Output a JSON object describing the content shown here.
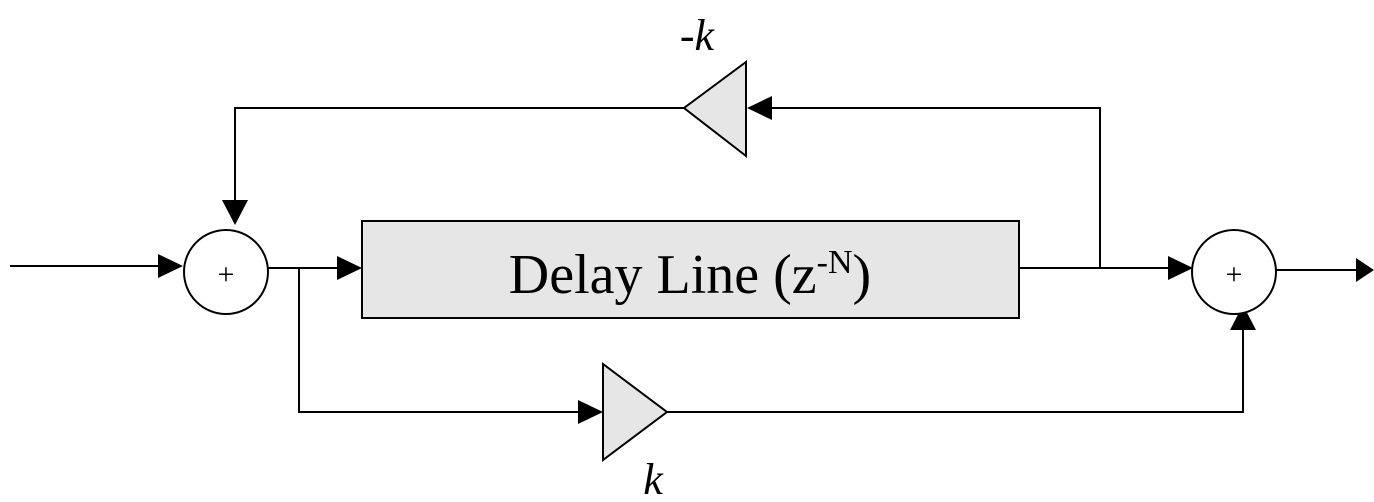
{
  "diagram": {
    "feedback_gain_label": "-k",
    "feedforward_gain_label": "k",
    "input_sum_symbol": "+",
    "output_sum_symbol": "+",
    "delay_line": {
      "text": "Delay Line  (z",
      "exponent": "-N",
      "close": ")"
    }
  },
  "colors": {
    "block_fill": "#e6e6e6",
    "stroke": "#000000",
    "background": "#ffffff"
  }
}
